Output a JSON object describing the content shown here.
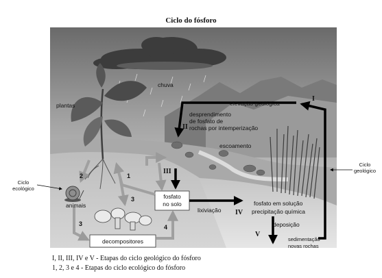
{
  "title": "Ciclo do fósforo",
  "labels": {
    "chuva": "chuva",
    "plantas": "plantas",
    "animais": "animais",
    "decompositores": "decompositores",
    "fosfato_solo_1": "fosfato",
    "fosfato_solo_2": "no solo",
    "lixiviacao": "lixiviação",
    "escoamento": "escoamento",
    "elevacao": "elevação geológica",
    "desprendimento_1": "desprendimento",
    "desprendimento_2": "de fosfato de",
    "desprendimento_3": "rochas por intemperização",
    "fosfato_solucao_1": "fosfato em solução",
    "fosfato_solucao_2": "precipitação química",
    "deposicao": "deposição",
    "sedimentacao_1": "sedimentação",
    "sedimentacao_2": "novas rochas",
    "ciclo_ecologico_1": "Ciclo",
    "ciclo_ecologico_2": "ecológico",
    "ciclo_geologico_1": "Ciclo",
    "ciclo_geologico_2": "geológico"
  },
  "steps": {
    "I": "I",
    "II": "II",
    "III": "III",
    "IV": "IV",
    "V": "V",
    "n1": "1",
    "n2": "2",
    "n3a": "3",
    "n3b": "3",
    "n4": "4"
  },
  "caption": {
    "line1": "I, II, III, IV e V - Etapas do ciclo geológico do fósforo",
    "line2": "1, 2, 3 e 4 - Etapas do ciclo ecológico do fósforo"
  }
}
